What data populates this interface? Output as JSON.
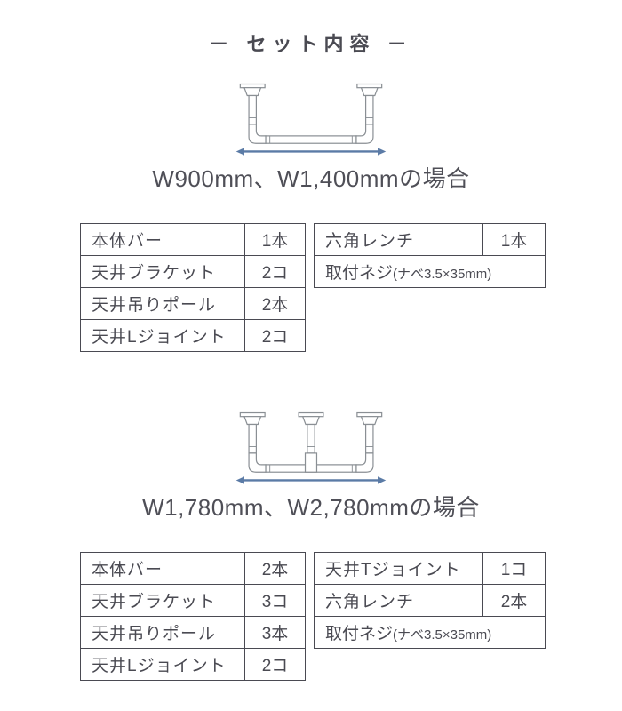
{
  "page": {
    "title": "－ セット内容 －",
    "colors": {
      "background": "#ffffff",
      "text": "#4a4a52",
      "table_border": "#4a4a52",
      "arrow": "#5b7ba6",
      "pipe_outline": "#8a8f94"
    }
  },
  "sections": [
    {
      "caption": "W900mm、W1,400mmの場合",
      "diagram": "two-pole-ceiling-rack",
      "main_table": {
        "rows": [
          {
            "label": "本体バー",
            "qty": "1本"
          },
          {
            "label": "天井ブラケット",
            "qty": "2コ"
          },
          {
            "label": "天井吊りポール",
            "qty": "2本"
          },
          {
            "label": "天井Lジョイント",
            "qty": "2コ"
          }
        ]
      },
      "accessory_table": {
        "rows": [
          {
            "label": "六角レンチ",
            "qty": "1本"
          }
        ],
        "span_row": {
          "label": "取付ネジ",
          "detail": "(ナベ3.5×35mm)"
        }
      }
    },
    {
      "caption": "W1,780mm、W2,780mmの場合",
      "diagram": "three-pole-ceiling-rack",
      "main_table": {
        "rows": [
          {
            "label": "本体バー",
            "qty": "2本"
          },
          {
            "label": "天井ブラケット",
            "qty": "3コ"
          },
          {
            "label": "天井吊りポール",
            "qty": "3本"
          },
          {
            "label": "天井Lジョイント",
            "qty": "2コ"
          }
        ]
      },
      "accessory_table": {
        "rows": [
          {
            "label": "天井Tジョイント",
            "qty": "1コ"
          },
          {
            "label": "六角レンチ",
            "qty": "2本"
          }
        ],
        "span_row": {
          "label": "取付ネジ",
          "detail": "(ナベ3.5×35mm)"
        }
      }
    }
  ]
}
